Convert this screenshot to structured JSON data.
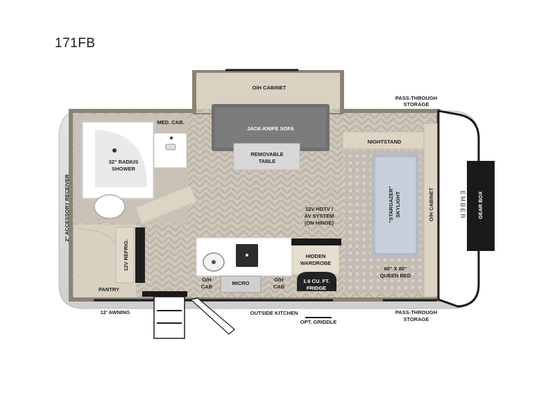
{
  "model_name": "171FB",
  "brand_logo_text": "EMBER",
  "labels": {
    "oh_cabinet_top": "O/H CABINET",
    "pass_through_top": [
      "PASS-THROUGH",
      "STORAGE"
    ],
    "med_cab": "MED. CAB.",
    "jack_knife_sofa": "JACK-KNIFE SOFA",
    "nightstand": "NIGHTSTAND",
    "removable_table": [
      "REMOVABLE",
      "TABLE"
    ],
    "shower": [
      "32\" RADIUS",
      "SHOWER"
    ],
    "accessory_receiver": "2\" ACCESSORY RECEIVER",
    "hdtv": [
      "12V HDTV /",
      "AV SYSTEM",
      "(ON HINGE)"
    ],
    "skylight": [
      "\"STARGAZER\"",
      "SKYLIGHT"
    ],
    "oh_cabinet_side": "O/H CABINET",
    "gear_box": "GEAR BOX",
    "refrig": "12V REFRIG.",
    "hidden_wardrobe": [
      "HIDDEN",
      "WARDROBE"
    ],
    "queen_bed": [
      "60\" X 80\"",
      "QUEEN BED"
    ],
    "oh_cab_left": [
      "O/H",
      "CAB"
    ],
    "micro": "MICRO",
    "oh_cab_right": [
      "O/H",
      "CAB"
    ],
    "fridge": [
      "1.6 CU. FT.",
      "FRIDGE"
    ],
    "pantry": "PANTRY",
    "awning": "12' AWNING",
    "outside_kitchen": "OUTSIDE KITCHEN",
    "pass_through_bottom": [
      "PASS-THROUGH",
      "STORAGE"
    ],
    "opt_griddle": "OPT. GRIDDLE"
  },
  "colors": {
    "wall": "#8c8273",
    "floor": "#d4ccbd",
    "cabinet": "#ddd5c4",
    "sofa": "#6d6d6d",
    "bed": "#b8bec4",
    "skylight": "#c9d2dc",
    "dark": "#1a1a1a"
  }
}
